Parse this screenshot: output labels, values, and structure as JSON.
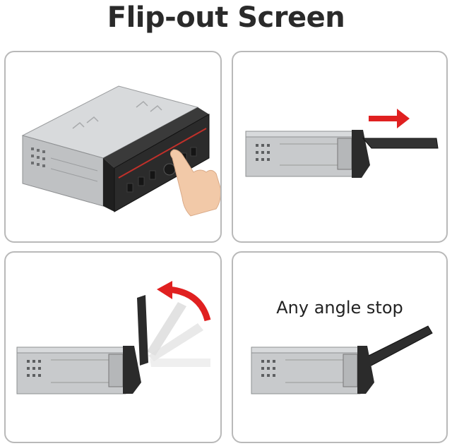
{
  "title": "Flip-out Screen",
  "panels": [
    {
      "id": "installed-view"
    },
    {
      "id": "slide-out-view"
    },
    {
      "id": "flip-up-view"
    },
    {
      "id": "angle-stop-view",
      "caption": "Any angle stop"
    }
  ],
  "colors": {
    "arrow": "#e02020",
    "chassis": "#c8cacc",
    "faceplate": "#2b2b2b",
    "accent_stripe": "#c0302a",
    "panel_border": "#b9b9b9",
    "title": "#2a2a2a"
  }
}
